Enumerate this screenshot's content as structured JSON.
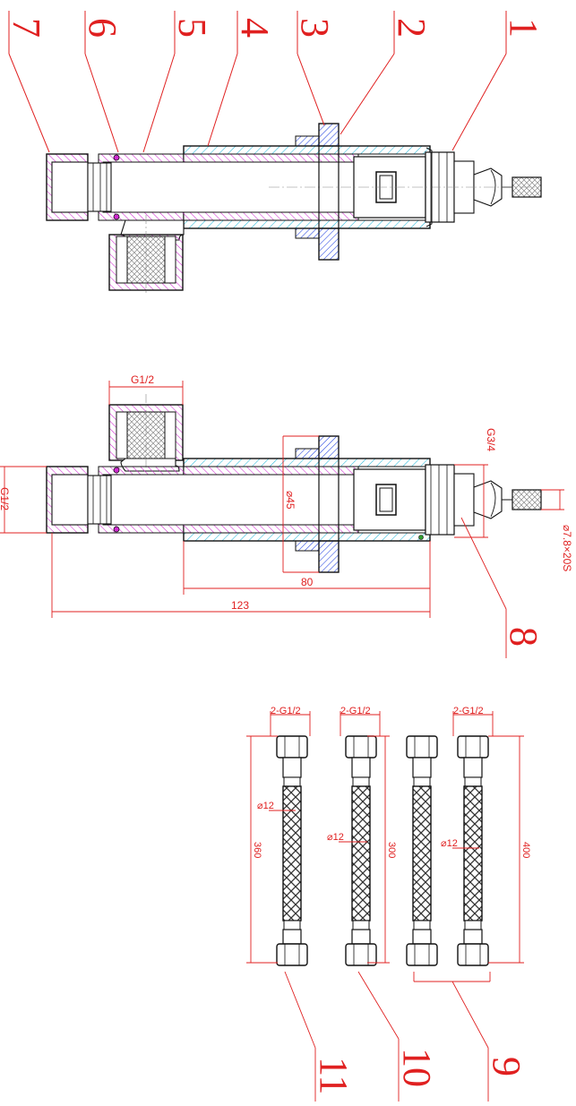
{
  "colors": {
    "outline": "#111111",
    "dimension": "#e02020",
    "hatch_cyan": "#27b8d8",
    "hatch_magenta": "#d02ad0",
    "hatch_blue": "#2040e0",
    "hatch_green": "#30a030",
    "background": "#ffffff"
  },
  "callouts": {
    "n1": "1",
    "n2": "2",
    "n3": "3",
    "n4": "4",
    "n5": "5",
    "n6": "6",
    "n7": "7",
    "n8": "8",
    "n9": "9",
    "n10": "10",
    "n11": "11"
  },
  "section_view": {
    "dim_g12_top": "G1/2",
    "dim_g12_left": "G1/2",
    "dim_g34": "G3/4",
    "dim_d45": "⌀45",
    "dim_80": "80",
    "dim_123": "123",
    "dim_thread": "⌀7.8×20S"
  },
  "hoses": {
    "h360": {
      "fitting": "2-G1/2",
      "diameter": "⌀12",
      "length": "360"
    },
    "h300": {
      "fitting": "2-G1/2",
      "diameter": "⌀12",
      "length": "300"
    },
    "h400": {
      "fitting": "2-G1/2",
      "diameter": "⌀12",
      "length": "400"
    }
  }
}
